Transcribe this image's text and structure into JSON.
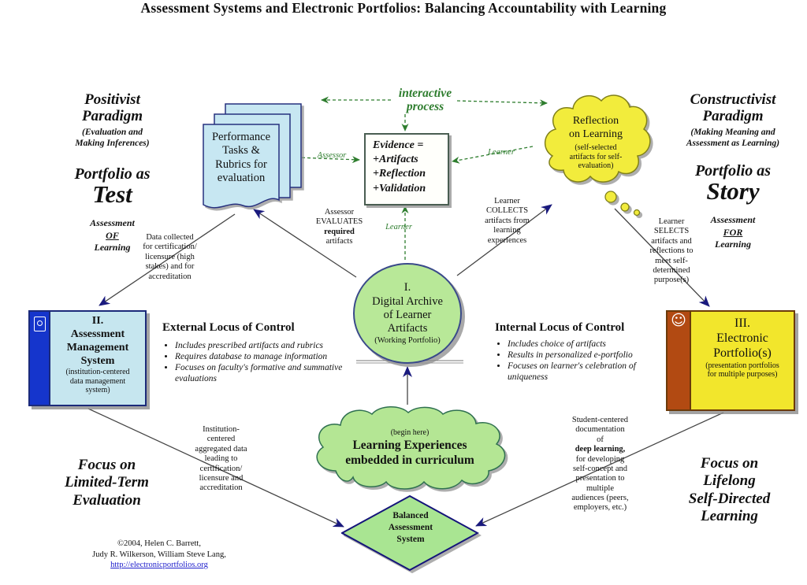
{
  "title": "Assessment Systems and Electronic Portfolios: Balancing Accountability with Learning",
  "colors": {
    "arrow_green": "#2e7d2e",
    "arrow_navy": "#1a1a7e",
    "doc_blue": "#c7e7f2",
    "cloud_yellow": "#f2ec3c",
    "circle_green": "#b8e898",
    "box_blue": "#c6e6ef",
    "strip_blue": "#1535cc",
    "box_yellow": "#f2e62c",
    "strip_rust": "#b24a12",
    "green_cloud": "#b4e694",
    "link_blue": "#2020cc"
  },
  "icons": {
    "smiley": "☺"
  },
  "left": {
    "paradigm": "Positivist\nParadigm",
    "paradigm_sub": "(Evaluation and\nMaking Inferences)",
    "portfolio_as": "Portfolio as",
    "portfolio_type": "Test",
    "assessment_top": "Assessment",
    "assessment_mid": "OF",
    "assessment_bot": "Learning",
    "focus": "Focus on\nLimited-Term\nEvaluation"
  },
  "right": {
    "paradigm": "Constructivist\nParadigm",
    "paradigm_sub": "(Making Meaning and\nAssessment as Learning)",
    "portfolio_as": "Portfolio as",
    "portfolio_type": "Story",
    "assessment_top": "Assessment",
    "assessment_mid": "FOR",
    "assessment_bot": "Learning",
    "focus": "Focus on\nLifelong\nSelf-Directed\nLearning"
  },
  "nodes": {
    "performance_tasks": "Performance\nTasks &\nRubrics for\nevaluation",
    "interactive_process": "interactive\nprocess",
    "evidence": "Evidence =\n+Artifacts\n+Reflection\n+Validation",
    "reflection_title": "Reflection\non Learning",
    "reflection_sub": "(self-selected\nartifacts for self-\nevaluation)",
    "archive_title": "I.\nDigital Archive\nof Learner\nArtifacts",
    "archive_sub": "(Working Portfolio)",
    "ams_title": "II.\nAssessment\nManagement\nSystem",
    "ams_sub": "(institution-centered\ndata management\nsystem)",
    "ep_title": "III.\nElectronic\nPortfolio(s)",
    "ep_sub": "(presentation portfolios\nfor multiple purposes)",
    "begin_here": "(begin here)",
    "learning_exp": "Learning Experiences\nembedded in curriculum",
    "balanced": "Balanced\nAssessment\nSystem"
  },
  "locus": {
    "external_title": "External Locus of Control",
    "external_bullets": [
      "Includes prescribed artifacts and rubrics",
      "Requires database to manage information",
      "Focuses on faculty's formative and summative evaluations"
    ],
    "internal_title": "Internal Locus of Control",
    "internal_bullets": [
      "Includes choice of artifacts",
      "Results in personalized e-portfolio",
      "Focuses on learner's celebration of uniqueness"
    ]
  },
  "labels": {
    "assessor": "Assessor",
    "learner_right": "Learner",
    "learner_bottom": "Learner",
    "data_collected": "Data collected\nfor certification/\nlicensure (high\nstakes) and for\naccreditation",
    "evaluates_pre": "Assessor\nEVALUATES",
    "evaluates_bold": "required",
    "evaluates_post": "artifacts",
    "collects": "Learner\nCOLLECTS\nartifacts from\nlearning\nexperiences",
    "selects": "Learner\nSELECTS\nartifacts and\nreflections to\nmeet self-\ndetermined\npurpose(s)",
    "institution": "Institution-\ncentered\naggregated data\nleading to\ncertification/\nlicensure and\naccreditation",
    "student_pre": "Student-centered\ndocumentation\nof",
    "student_bold": "deep learning,",
    "student_post": "for developing\nself-concept and\npresentation to\nmultiple\naudiences (peers,\nemployers, etc.)"
  },
  "footer": {
    "line1": "©2004, Helen C. Barrett,",
    "line2": "Judy R. Wilkerson, William Steve Lang,",
    "link": "http://electronicportfolios.org"
  }
}
